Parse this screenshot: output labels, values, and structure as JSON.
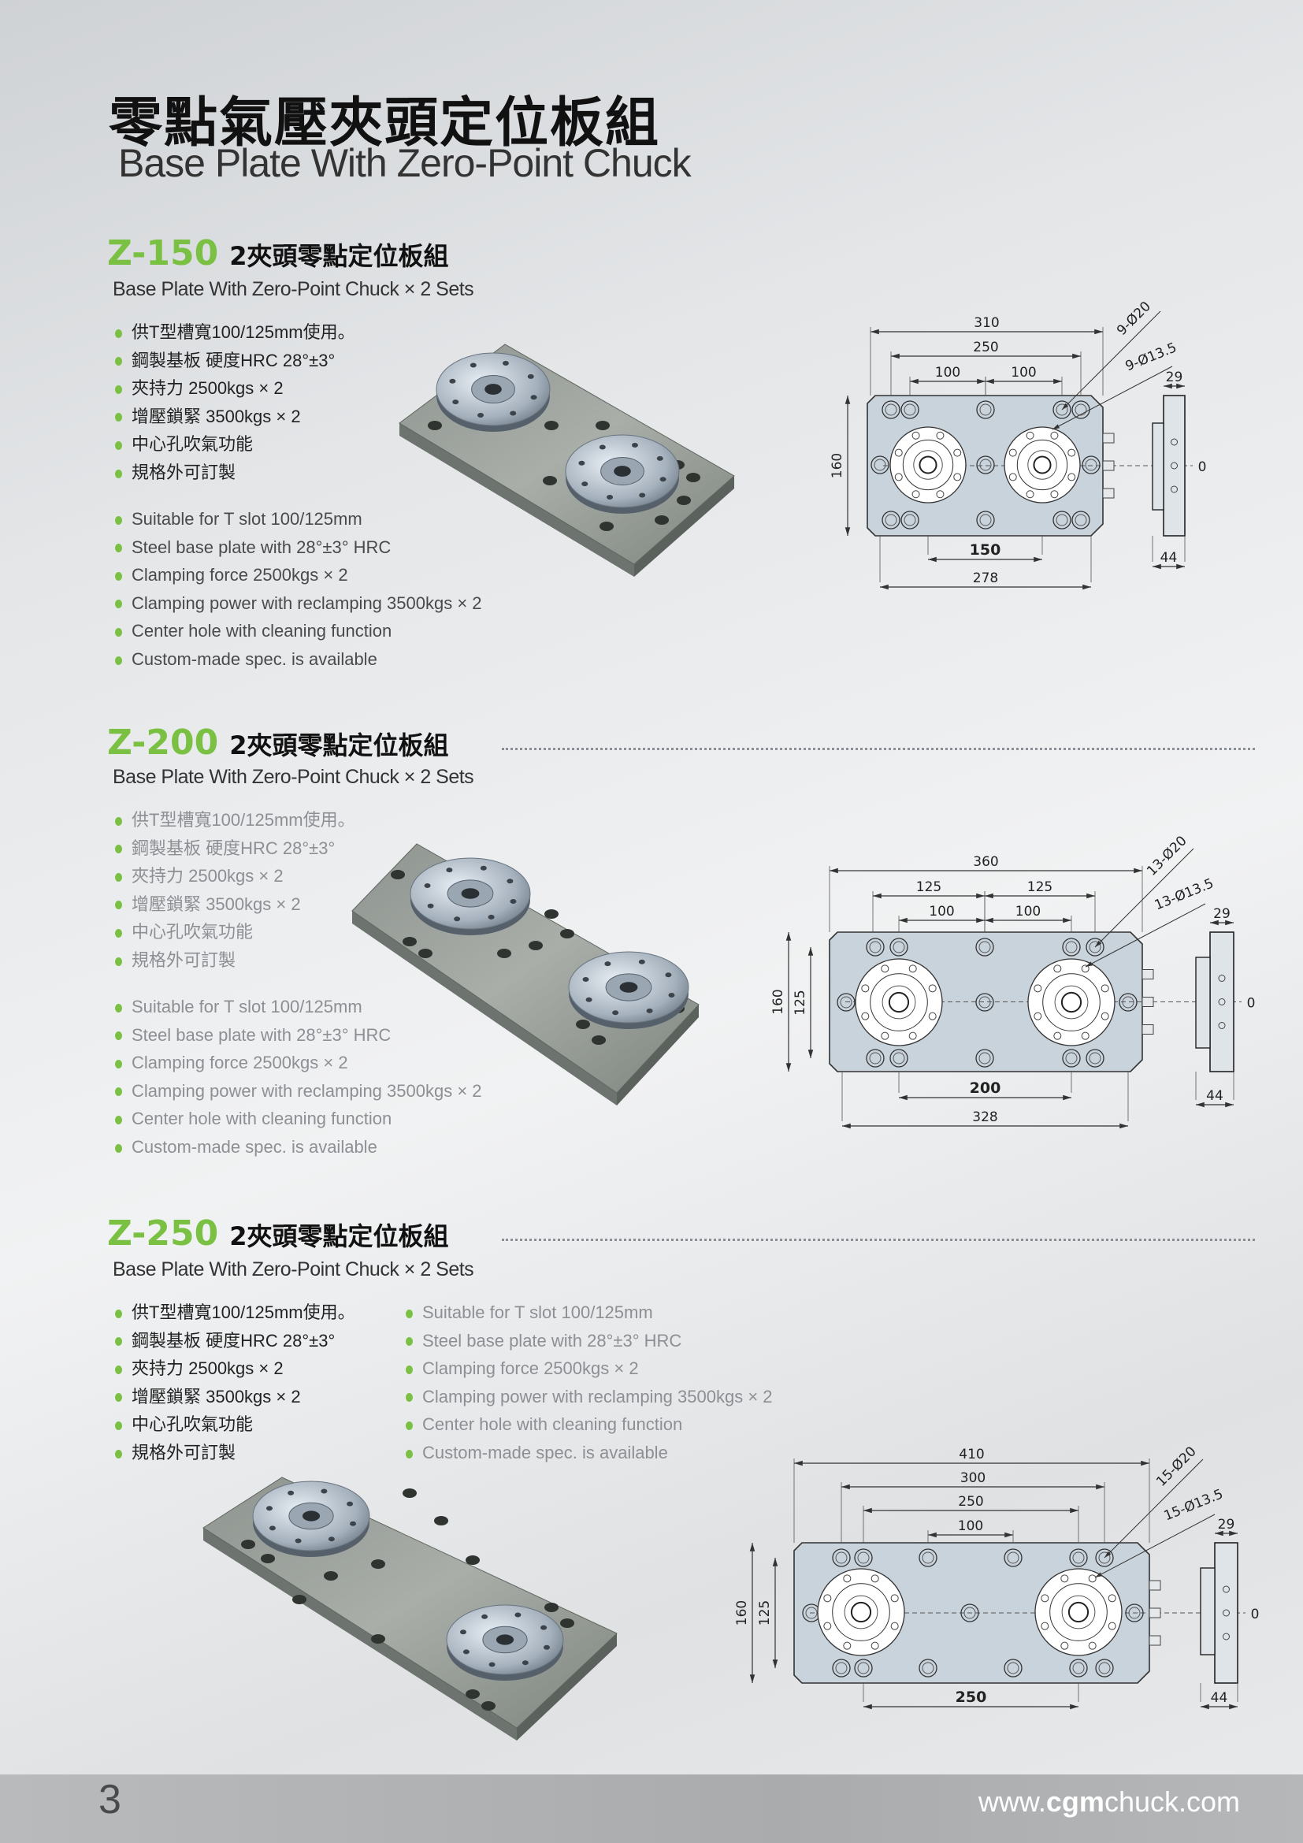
{
  "page": {
    "title_zh": "零點氣壓夾頭定位板組",
    "title_en": "Base Plate With Zero-Point Chuck",
    "page_number": "3",
    "url_prefix": "www.",
    "url_brand": "cgm",
    "url_suffix": "chuck.com"
  },
  "colors": {
    "accent_green": "#7ac143",
    "footer_gray": "#a9abad"
  },
  "products": [
    {
      "model": "Z-150",
      "name_zh": "2夾頭零點定位板組",
      "subtitle": "Base Plate With Zero-Point Chuck × 2 Sets",
      "features_zh": [
        "供T型槽寬100/125mm使用。",
        "鋼製基板 硬度HRC 28°±3°",
        "夾持力 2500kgs × 2",
        "增壓鎖緊 3500kgs × 2",
        "中心孔吹氣功能",
        "規格外可訂製"
      ],
      "features_en": [
        "Suitable for T slot 100/125mm",
        "Steel base plate with 28°±3° HRC",
        "Clamping force 2500kgs × 2",
        "Clamping power with reclamping 3500kgs × 2",
        "Center hole with cleaning function",
        "Custom-made spec. is available"
      ],
      "drawing": {
        "hdims": [
          "310",
          "250",
          "100",
          "100",
          "150",
          "278"
        ],
        "vdims": [
          "160"
        ],
        "side": [
          "29",
          "44"
        ],
        "zero": "0",
        "leaders": [
          "9-Ø20",
          "9-Ø13.5"
        ]
      }
    },
    {
      "model": "Z-200",
      "name_zh": "2夾頭零點定位板組",
      "subtitle": "Base Plate With Zero-Point Chuck × 2 Sets",
      "features_zh": [
        "供T型槽寬100/125mm使用。",
        "鋼製基板 硬度HRC 28°±3°",
        "夾持力 2500kgs × 2",
        "增壓鎖緊 3500kgs × 2",
        "中心孔吹氣功能",
        "規格外可訂製"
      ],
      "features_en": [
        "Suitable for T slot 100/125mm",
        "Steel base plate with 28°±3° HRC",
        "Clamping force 2500kgs × 2",
        "Clamping power with reclamping 3500kgs × 2",
        "Center hole with cleaning function",
        "Custom-made spec. is available"
      ],
      "drawing": {
        "hdims": [
          "360",
          "125",
          "125",
          "100",
          "100",
          "200",
          "328"
        ],
        "vdims": [
          "160",
          "125"
        ],
        "side": [
          "29",
          "44"
        ],
        "zero": "0",
        "leaders": [
          "13-Ø20",
          "13-Ø13.5"
        ]
      }
    },
    {
      "model": "Z-250",
      "name_zh": "2夾頭零點定位板組",
      "subtitle": "Base Plate With Zero-Point Chuck × 2 Sets",
      "features_zh": [
        "供T型槽寬100/125mm使用。",
        "鋼製基板 硬度HRC 28°±3°",
        "夾持力 2500kgs × 2",
        "增壓鎖緊 3500kgs × 2",
        "中心孔吹氣功能",
        "規格外可訂製"
      ],
      "features_en": [
        "Suitable for T slot 100/125mm",
        "Steel base plate with 28°±3° HRC",
        "Clamping force 2500kgs × 2",
        "Clamping power with reclamping 3500kgs × 2",
        "Center hole with cleaning function",
        "Custom-made spec. is available"
      ],
      "drawing": {
        "hdims": [
          "410",
          "300",
          "250",
          "100",
          "250"
        ],
        "vdims": [
          "160",
          "125"
        ],
        "side": [
          "29",
          "44"
        ],
        "zero": "0",
        "leaders": [
          "15-Ø20",
          "15-Ø13.5"
        ]
      }
    }
  ]
}
